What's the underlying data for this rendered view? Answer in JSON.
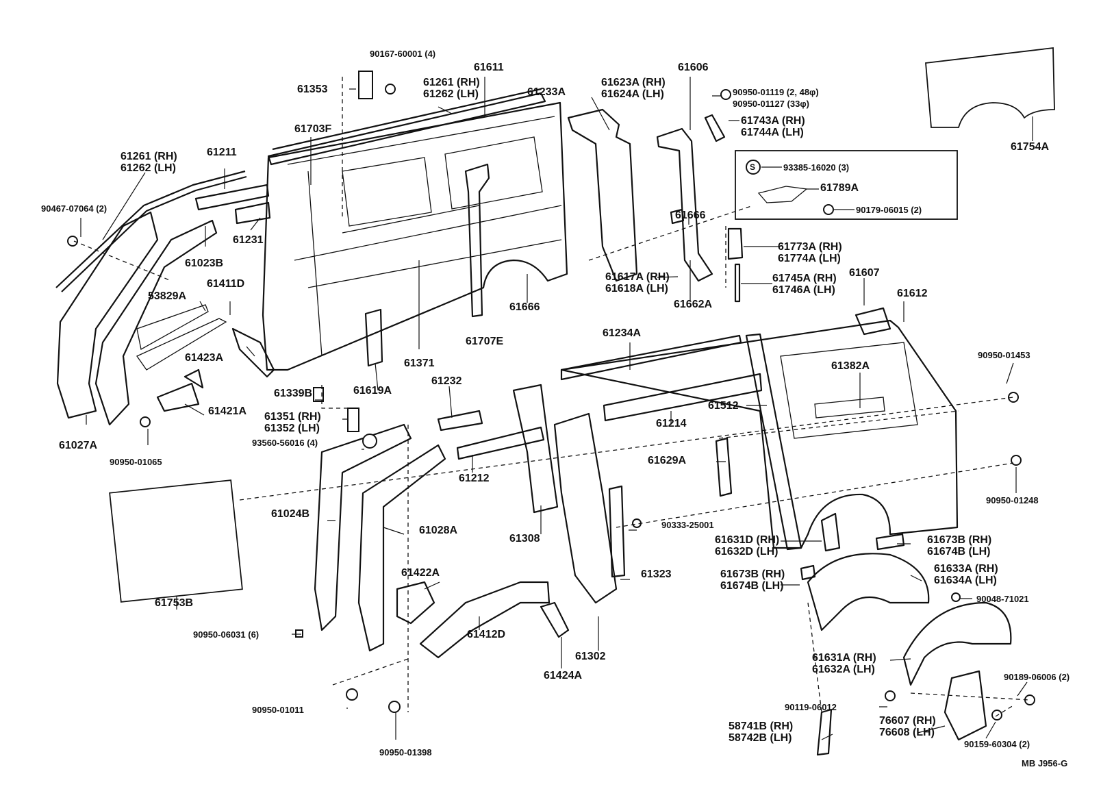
{
  "diagram": {
    "code": "MB  J956-G",
    "inset": {
      "screw_symbol": "S",
      "labels": [
        "93385-16020 (3)",
        "61789A",
        "90179-06015 (2)"
      ]
    },
    "labels": [
      {
        "id": "l1",
        "lines": [
          "90167-60001 (4)"
        ]
      },
      {
        "id": "l2",
        "lines": [
          "61611"
        ]
      },
      {
        "id": "l3",
        "lines": [
          "61261 (RH)",
          "61262 (LH)"
        ]
      },
      {
        "id": "l4",
        "lines": [
          "61353"
        ]
      },
      {
        "id": "l5",
        "lines": [
          "61233A"
        ]
      },
      {
        "id": "l6",
        "lines": [
          "61623A (RH)",
          "61624A (LH)"
        ]
      },
      {
        "id": "l7",
        "lines": [
          "61606"
        ]
      },
      {
        "id": "l8",
        "lines": [
          "90950-01119 (2, 48φ)",
          "90950-01127 (33φ)"
        ]
      },
      {
        "id": "l9",
        "lines": [
          "61743A (RH)",
          "61744A (LH)"
        ]
      },
      {
        "id": "l10",
        "lines": [
          "61754A"
        ]
      },
      {
        "id": "l11",
        "lines": [
          "61703F"
        ]
      },
      {
        "id": "l12",
        "lines": [
          "61261 (RH)",
          "61262 (LH)"
        ]
      },
      {
        "id": "l13",
        "lines": [
          "61211"
        ]
      },
      {
        "id": "l14",
        "lines": [
          "90467-07064 (2)"
        ]
      },
      {
        "id": "l15",
        "lines": [
          "61231"
        ]
      },
      {
        "id": "l16",
        "lines": [
          "61023B"
        ]
      },
      {
        "id": "l17",
        "lines": [
          "61666"
        ]
      },
      {
        "id": "l18",
        "lines": [
          "61773A (RH)",
          "61774A (LH)"
        ]
      },
      {
        "id": "l19",
        "lines": [
          "53829A"
        ]
      },
      {
        "id": "l20",
        "lines": [
          "61411D"
        ]
      },
      {
        "id": "l21",
        "lines": [
          "61617A (RH)",
          "61618A (LH)"
        ]
      },
      {
        "id": "l22",
        "lines": [
          "61745A (RH)",
          "61746A (LH)"
        ]
      },
      {
        "id": "l23",
        "lines": [
          "61662A"
        ]
      },
      {
        "id": "l24",
        "lines": [
          "61607"
        ]
      },
      {
        "id": "l25",
        "lines": [
          "61666"
        ]
      },
      {
        "id": "l26",
        "lines": [
          "61612"
        ]
      },
      {
        "id": "l27",
        "lines": [
          "61707E"
        ]
      },
      {
        "id": "l28",
        "lines": [
          "61234A"
        ]
      },
      {
        "id": "l29",
        "lines": [
          "61423A"
        ]
      },
      {
        "id": "l30",
        "lines": [
          "61371"
        ]
      },
      {
        "id": "l31",
        "lines": [
          "90950-01453"
        ]
      },
      {
        "id": "l32",
        "lines": [
          "61382A"
        ]
      },
      {
        "id": "l33",
        "lines": [
          "61339B"
        ]
      },
      {
        "id": "l34",
        "lines": [
          "61619A"
        ]
      },
      {
        "id": "l35",
        "lines": [
          "61232"
        ]
      },
      {
        "id": "l36",
        "lines": [
          "61512"
        ]
      },
      {
        "id": "l37",
        "lines": [
          "61421A"
        ]
      },
      {
        "id": "l38",
        "lines": [
          "61351 (RH)",
          "61352 (LH)"
        ]
      },
      {
        "id": "l39",
        "lines": [
          "61214"
        ]
      },
      {
        "id": "l40",
        "lines": [
          "61027A"
        ]
      },
      {
        "id": "l41",
        "lines": [
          "93560-56016 (4)"
        ]
      },
      {
        "id": "l42",
        "lines": [
          "61629A"
        ]
      },
      {
        "id": "l43",
        "lines": [
          "90950-01065"
        ]
      },
      {
        "id": "l44",
        "lines": [
          "61212"
        ]
      },
      {
        "id": "l45",
        "lines": [
          "90950-01248"
        ]
      },
      {
        "id": "l46",
        "lines": [
          "61024B"
        ]
      },
      {
        "id": "l47",
        "lines": [
          "90333-25001"
        ]
      },
      {
        "id": "l48",
        "lines": [
          "61028A"
        ]
      },
      {
        "id": "l49",
        "lines": [
          "61308"
        ]
      },
      {
        "id": "l50",
        "lines": [
          "61631D (RH)",
          "61632D (LH)"
        ]
      },
      {
        "id": "l51",
        "lines": [
          "61673B (RH)",
          "61674B (LH)"
        ]
      },
      {
        "id": "l52",
        "lines": [
          "61422A"
        ]
      },
      {
        "id": "l53",
        "lines": [
          "61323"
        ]
      },
      {
        "id": "l54",
        "lines": [
          "61673B (RH)",
          "61674B (LH)"
        ]
      },
      {
        "id": "l55",
        "lines": [
          "61633A (RH)",
          "61634A (LH)"
        ]
      },
      {
        "id": "l56",
        "lines": [
          "61753B"
        ]
      },
      {
        "id": "l57",
        "lines": [
          "90048-71021"
        ]
      },
      {
        "id": "l58",
        "lines": [
          "90950-06031 (6)"
        ]
      },
      {
        "id": "l59",
        "lines": [
          "61412D"
        ]
      },
      {
        "id": "l60",
        "lines": [
          "61302"
        ]
      },
      {
        "id": "l61",
        "lines": [
          "61631A (RH)",
          "61632A (LH)"
        ]
      },
      {
        "id": "l62",
        "lines": [
          "90189-06006 (2)"
        ]
      },
      {
        "id": "l63",
        "lines": [
          "61424A"
        ]
      },
      {
        "id": "l64",
        "lines": [
          "90950-01011"
        ]
      },
      {
        "id": "l65",
        "lines": [
          "90119-06012"
        ]
      },
      {
        "id": "l66",
        "lines": [
          "58741B (RH)",
          "58742B (LH)"
        ]
      },
      {
        "id": "l67",
        "lines": [
          "76607 (RH)",
          "76608 (LH)"
        ]
      },
      {
        "id": "l68",
        "lines": [
          "90159-60304 (2)"
        ]
      },
      {
        "id": "l69",
        "lines": [
          "90950-01398"
        ]
      }
    ]
  }
}
